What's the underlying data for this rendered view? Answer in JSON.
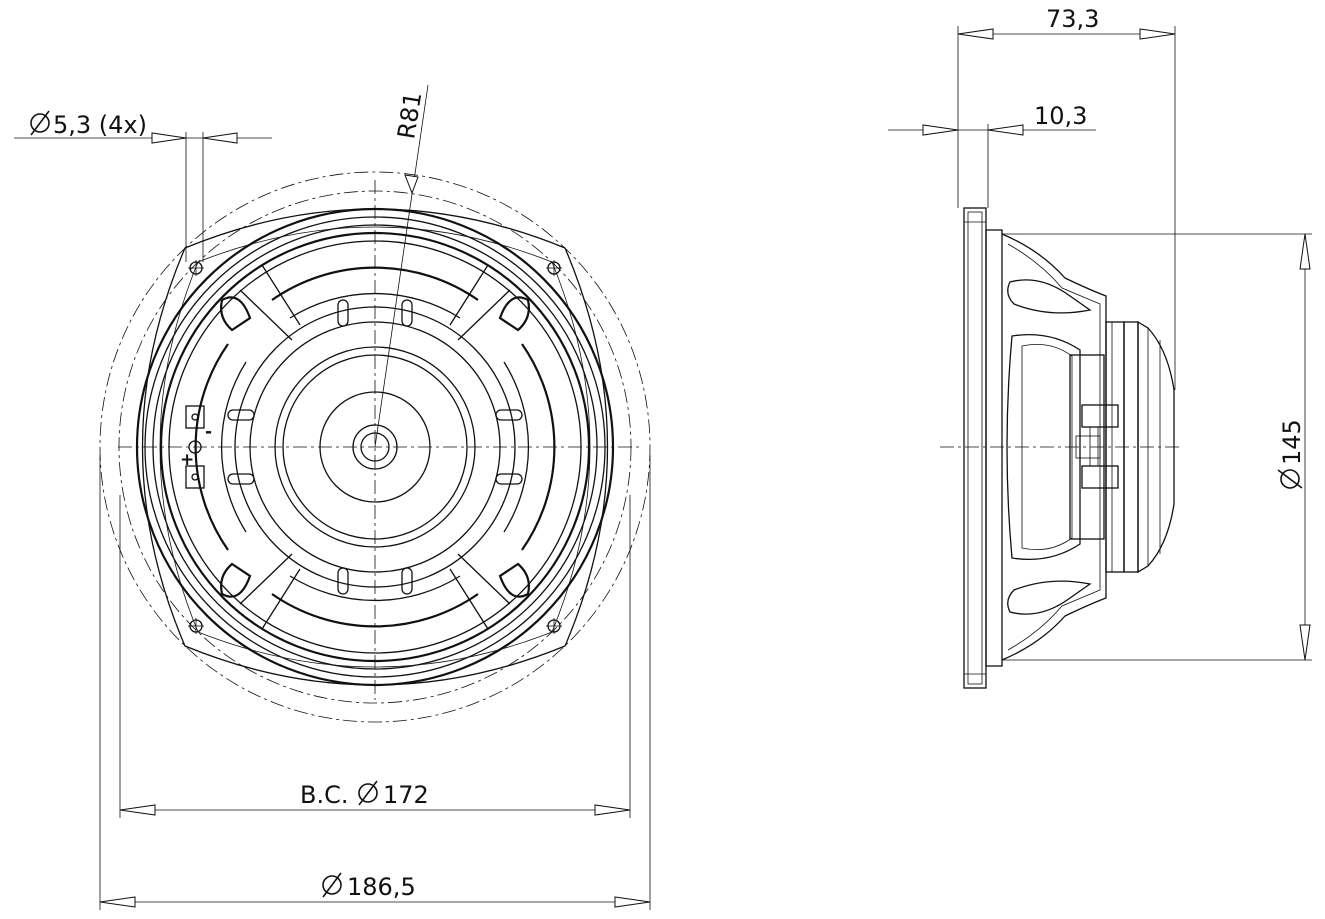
{
  "front_view": {
    "hole_dim": "5,3 (4x)",
    "radius_dim": "R81",
    "bolt_circle_prefix": "B.C.",
    "bolt_circle_value": "172",
    "outer_diameter_value": "186,5",
    "terminal_plus": "+",
    "terminal_minus": "-"
  },
  "side_view": {
    "depth_dim": "73,3",
    "flange_dim": "10,3",
    "magnet_diameter_value": "145"
  }
}
